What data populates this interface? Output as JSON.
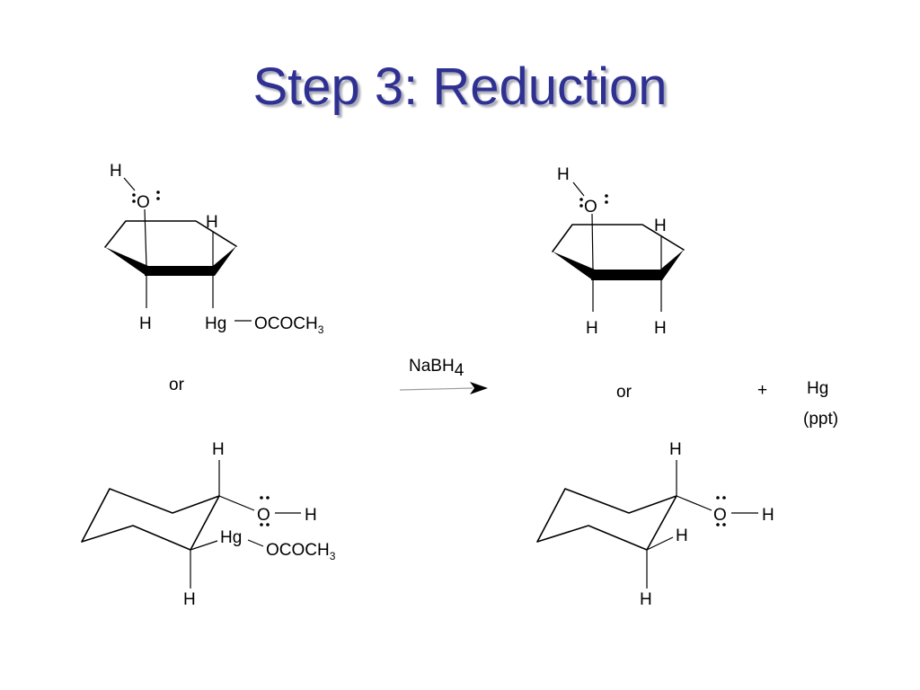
{
  "slide": {
    "title": "Step 3: Reduction"
  },
  "reactant": {
    "haworth": {
      "oh_h": "H",
      "oxygen": "O",
      "ring_h_upper": "H",
      "ring_h_lower": "H",
      "mercury": "Hg",
      "acetate_main": "OCOCH",
      "acetate_sub": "3"
    },
    "separator": "or",
    "chair": {
      "top_h": "H",
      "oxygen": "O",
      "oh_h": "H",
      "mercury": "Hg",
      "acetate_main": "OCOCH",
      "acetate_sub": "3",
      "bottom_h": "H"
    }
  },
  "reagent": {
    "main": "NaBH",
    "sub": "4"
  },
  "product": {
    "haworth": {
      "oh_h": "H",
      "oxygen": "O",
      "ring_h_upper": "H",
      "ring_h_lower_left": "H",
      "ring_h_lower_right": "H"
    },
    "separator": "or",
    "chair": {
      "top_h": "H",
      "oxygen": "O",
      "oh_h": "H",
      "inner_h": "H",
      "bottom_h": "H"
    }
  },
  "byproduct": {
    "plus": "+",
    "metal": "Hg",
    "note": "(ppt)"
  }
}
